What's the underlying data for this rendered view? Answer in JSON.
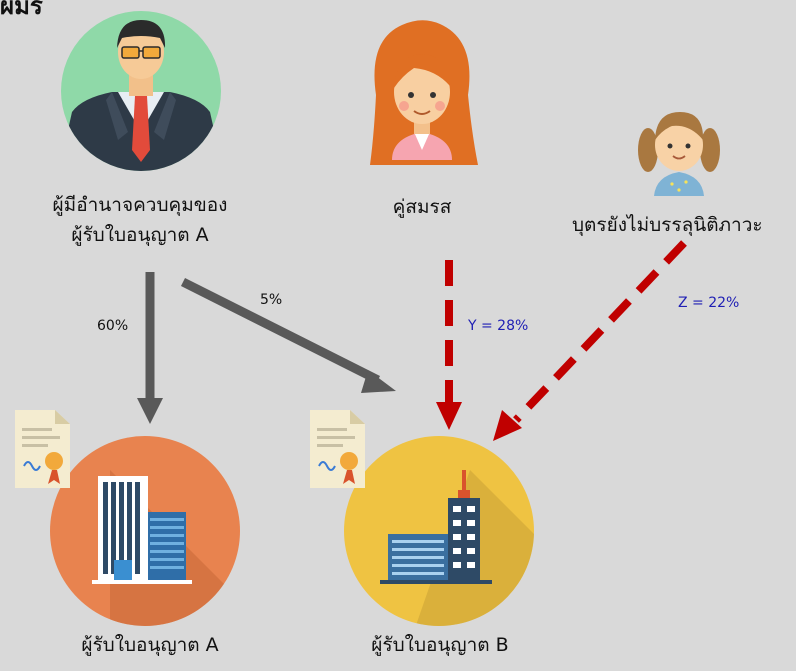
{
  "header": {
    "fragment": "ผมิร"
  },
  "nodes": {
    "controller": {
      "line1": "ผู้มีอำนาจควบคุมของ",
      "line2": "ผู้รับใบอนุญาต A",
      "icon": "businessman-icon"
    },
    "spouse": {
      "label": "คู่สมรส",
      "icon": "woman-icon"
    },
    "child": {
      "label": "บุตรยังไม่บรรลุนิติภาวะ",
      "icon": "girl-icon"
    },
    "licensee_a": {
      "label": "ผู้รับใบอนุญาต A",
      "icon": "office-building-icon"
    },
    "licensee_b": {
      "label": "ผู้รับใบอนุญาต B",
      "icon": "office-building-icon"
    }
  },
  "edges": {
    "controller_to_a": {
      "label": "60%",
      "style": "solid"
    },
    "controller_to_b": {
      "label": "5%",
      "style": "solid"
    },
    "spouse_to_b": {
      "label": "Y = 28%",
      "style": "dashed"
    },
    "child_to_b": {
      "label": "Z = 22%",
      "style": "dashed"
    }
  },
  "colors": {
    "background": "#d9d9d9",
    "solid_arrow": "#595959",
    "dashed_arrow": "#c00000",
    "annotation_text": "#1f1fb4",
    "circle_controller": "#8fd9a8",
    "circle_licensee_a": "#e8834f",
    "circle_licensee_b": "#efc342"
  }
}
